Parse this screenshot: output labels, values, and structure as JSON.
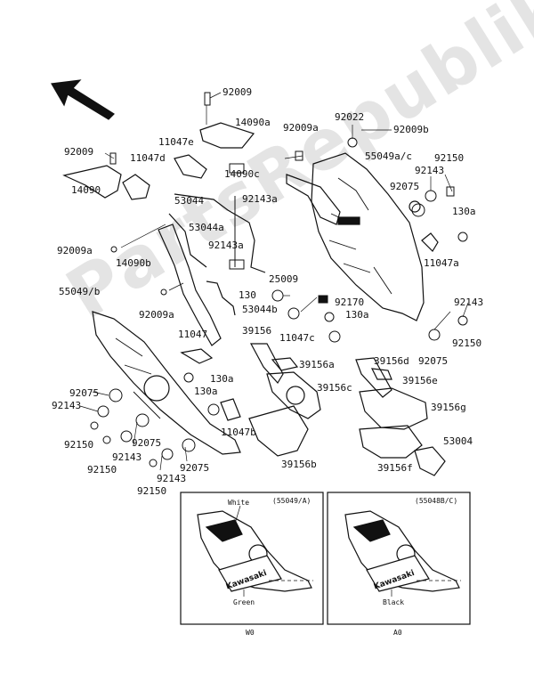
{
  "parts": {
    "p92009_top": "92009",
    "p14090a": "14090a",
    "p92009a_1": "92009a",
    "p92022": "92022",
    "p92009b": "92009b",
    "p92009_left": "92009",
    "p11047e": "11047e",
    "p11047d": "11047d",
    "p14090c": "14090c",
    "p55049ac": "55049a/c",
    "p92143_1": "92143",
    "p92150_1": "92150",
    "p92075_1": "92075",
    "p14090": "14090",
    "p53044": "53044",
    "p92143a_1": "92143a",
    "p130a_1": "130a",
    "p53044a": "53044a",
    "p92009a_2": "92009a",
    "p92143a_2": "92143a",
    "p14090b": "14090b",
    "p11047a": "11047a",
    "p55049b": "55049/b",
    "p25009": "25009",
    "p130": "130",
    "p92170": "92170",
    "p92009a_3": "92009a",
    "p53044b": "53044b",
    "p130a_2": "130a",
    "p92143_2": "92143",
    "p11047c": "11047c",
    "p11047": "11047",
    "p39156": "39156",
    "p92150_2": "92150",
    "p92075_2": "92075",
    "p39156a": "39156a",
    "p39156d": "39156d",
    "p130a_3": "130a",
    "p92075_3": "92075",
    "p39156e": "39156e",
    "p92143_3": "92143",
    "p130a_4": "130a",
    "p39156c": "39156c",
    "p39156g": "39156g",
    "p92150_3": "92150",
    "p92075_4": "92075",
    "p11047b": "11047b",
    "p92143_4": "92143",
    "p92150_4": "92150",
    "p39156b": "39156b",
    "p39156f": "39156f",
    "p53004": "53004",
    "p92075_5": "92075",
    "p92143_5": "92143",
    "p92150_5": "92150"
  },
  "insets": {
    "left": {
      "code": "(55049/A)",
      "color_top": "White",
      "brand": "Kawasaki",
      "color_bottom": "Green",
      "footer": "W0"
    },
    "right": {
      "code": "(55048B/C)",
      "brand": "Kawasaki",
      "color_bottom": "Black",
      "footer": "A0"
    }
  },
  "watermark": "PartsRepublik"
}
